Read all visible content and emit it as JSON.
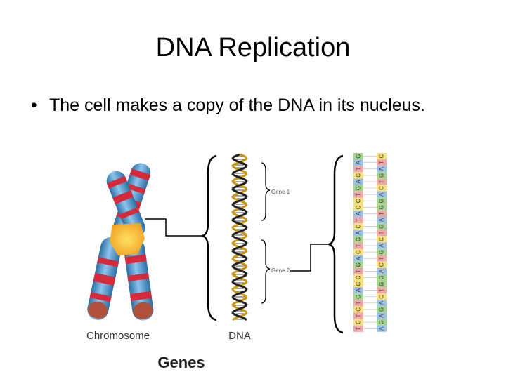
{
  "slide": {
    "title": "DNA Replication",
    "bullets": [
      "The cell makes a copy of the DNA in its nucleus."
    ]
  },
  "figure": {
    "chromosome_label": "Chromosome",
    "dna_label": "DNA",
    "genes_label": "Genes",
    "gene1_label": "Gene 1",
    "gene2_label": "Gene 2",
    "strand_left": [
      "G",
      "A",
      "T",
      "C",
      "A",
      "G",
      "T",
      "C",
      "C",
      "A",
      "T",
      "C",
      "A",
      "G",
      "T",
      "C",
      "A",
      "G",
      "T",
      "C",
      "C",
      "A",
      "G",
      "T",
      "C",
      "T",
      "C",
      "T"
    ],
    "base_colors": {
      "A": "#9ec3e8",
      "T": "#f0a8a8",
      "C": "#f5e07a",
      "G": "#a6d68e"
    },
    "letter_color": "#333333"
  }
}
